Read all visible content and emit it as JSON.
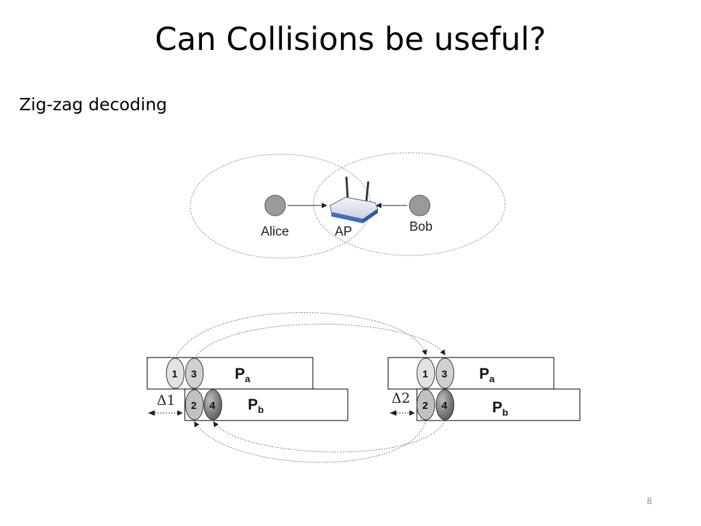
{
  "slide": {
    "title": "Can Collisions be useful?",
    "subtitle": "Zig-zag decoding",
    "page_number": "8"
  },
  "topology": {
    "alice_label": "Alice",
    "ap_label": "AP",
    "bob_label": "Bob"
  },
  "collisions": [
    {
      "pa_main": "P",
      "pa_sub": "a",
      "pb_main": "P",
      "pb_sub": "b",
      "chunks": [
        "1",
        "3",
        "2",
        "4"
      ],
      "offset_label": "Δ1"
    },
    {
      "pa_main": "P",
      "pa_sub": "a",
      "pb_main": "P",
      "pb_sub": "b",
      "chunks": [
        "1",
        "3",
        "2",
        "4"
      ],
      "offset_label": "Δ2"
    }
  ],
  "colors": {
    "node_fill": "#9a9a9a",
    "router_blue": "#4a78c8",
    "chunk_light": "#e2e2e2",
    "chunk_dark": "#777777"
  }
}
